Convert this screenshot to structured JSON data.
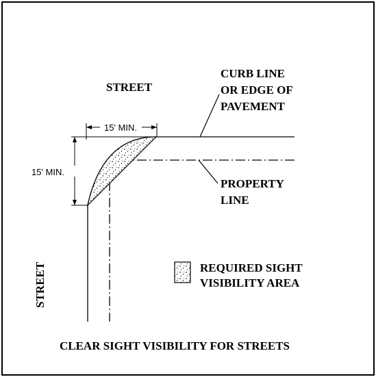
{
  "labels": {
    "street_top": "STREET",
    "street_side": "STREET",
    "curb_line_1": "CURB LINE",
    "curb_line_2": "OR EDGE OF",
    "curb_line_3": "PAVEMENT",
    "property_line_1": "PROPERTY",
    "property_line_2": "LINE",
    "legend_1": "REQUIRED SIGHT",
    "legend_2": "VISIBILITY AREA",
    "dim_horizontal": "15' MIN.",
    "dim_vertical": "15' MIN.",
    "title": "CLEAR SIGHT VISIBILITY FOR STREETS"
  },
  "colors": {
    "ink": "#000000",
    "background": "#ffffff"
  }
}
